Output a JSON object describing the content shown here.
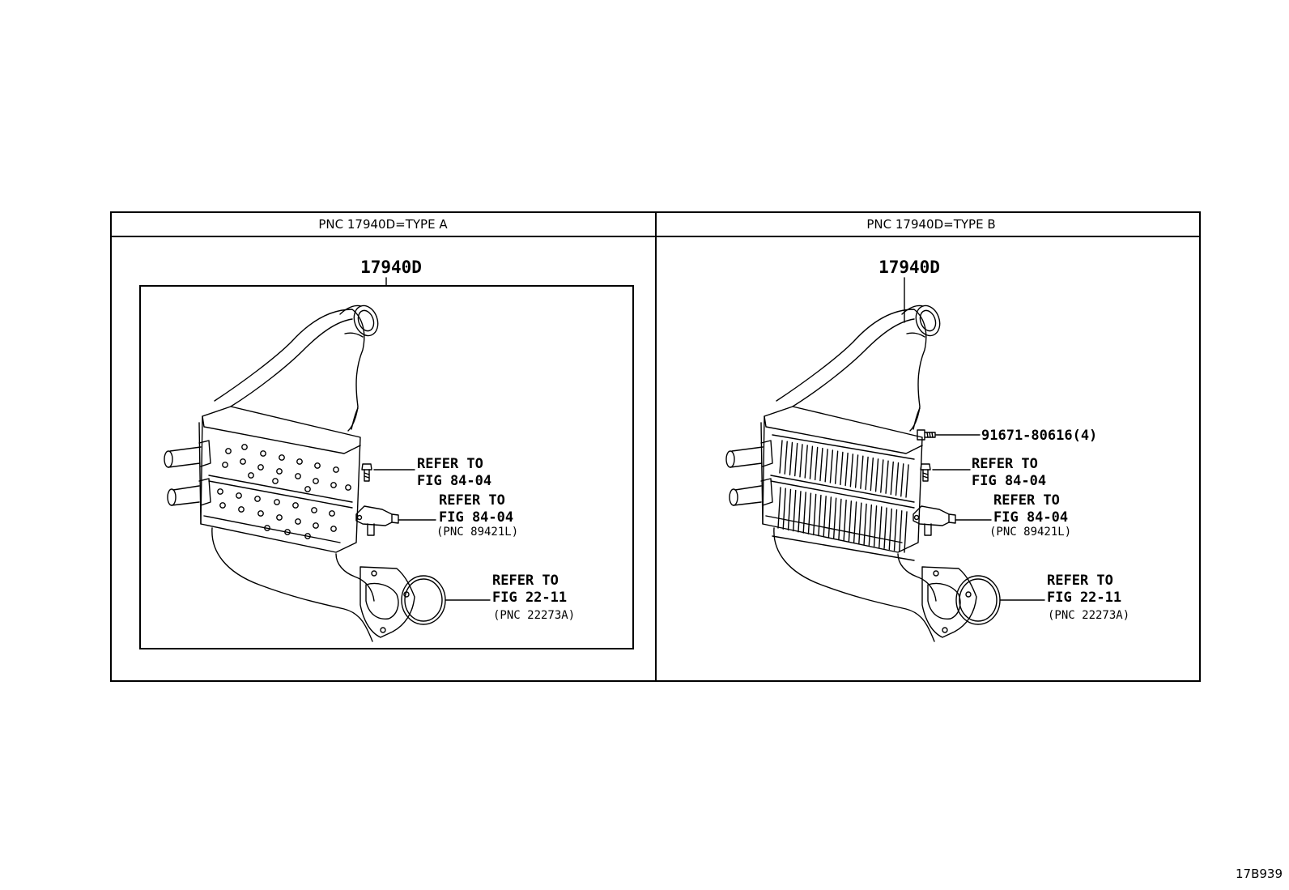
{
  "panels": [
    {
      "header": "PNC 17940D=TYPE A",
      "part_label": "17940D",
      "callouts": {
        "refer_a": [
          "REFER TO",
          "FIG 84-04"
        ],
        "refer_b": [
          "REFER TO",
          "FIG 84-04",
          "(PNC 89421L)"
        ],
        "refer_c": [
          "REFER TO",
          "FIG 22-11",
          "(PNC 22273A)"
        ]
      }
    },
    {
      "header": "PNC 17940D=TYPE B",
      "part_label": "17940D",
      "bolt_label": "91671-80616(4)",
      "callouts": {
        "refer_a": [
          "REFER TO",
          "FIG 84-04"
        ],
        "refer_b": [
          "REFER TO",
          "FIG 84-04",
          "(PNC 89421L)"
        ],
        "refer_c": [
          "REFER TO",
          "FIG 22-11",
          "(PNC 22273A)"
        ]
      }
    }
  ],
  "diagram_code": "17B939"
}
